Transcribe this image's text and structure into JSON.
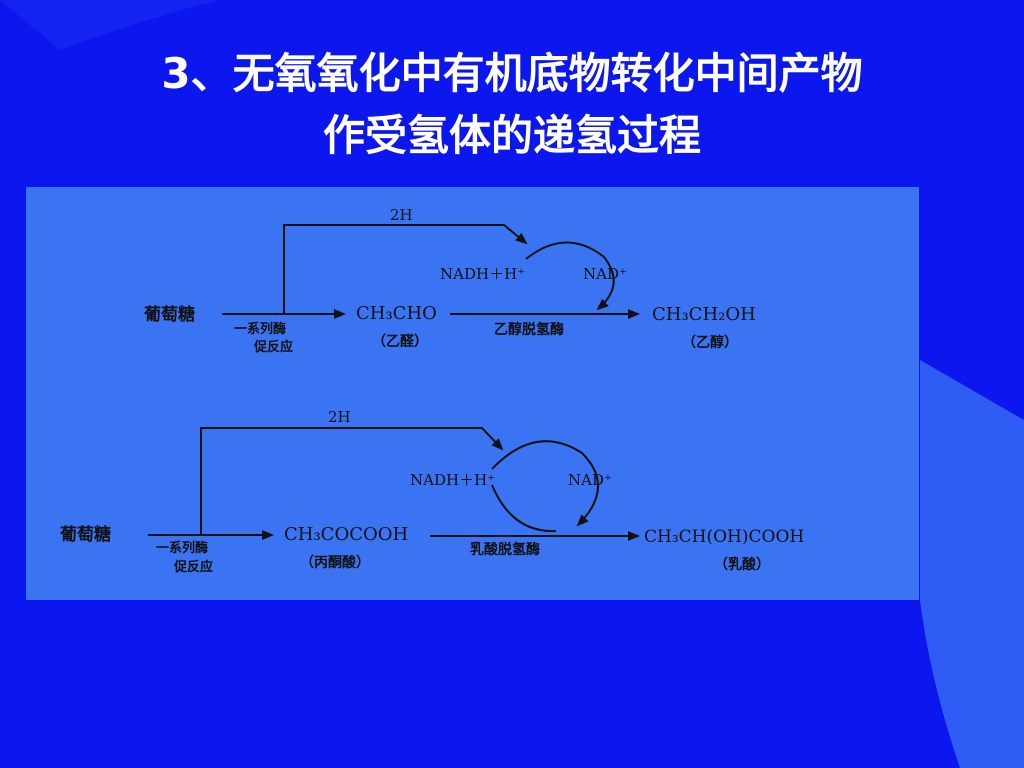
{
  "slide": {
    "title_line1": "3、无氧氧化中有机底物转化中间产物",
    "title_line2": "作受氢体的递氢过程"
  },
  "colors": {
    "background": "#0b17ee",
    "panel": "#3b74f2",
    "accent": "#2f5cf5",
    "ink": "#111111",
    "title": "#ffffff"
  },
  "diagram": {
    "pathway1": {
      "substrate": "葡萄糖",
      "enzymes_note_line1": "一系列酶",
      "enzymes_note_line2": "促反应",
      "intermediate": "CH₃CHO",
      "intermediate_name": "（乙醛）",
      "hydrogen": "2H",
      "nadh": "NADH＋H⁺",
      "nad": "NAD⁺",
      "enzyme": "乙醇脱氢酶",
      "product": "CH₃CH₂OH",
      "product_name": "（乙醇）"
    },
    "pathway2": {
      "substrate": "葡萄糖",
      "enzymes_note_line1": "一系列酶",
      "enzymes_note_line2": "促反应",
      "intermediate": "CH₃COCOOH",
      "intermediate_name": "（丙酮酸）",
      "hydrogen": "2H",
      "nadh": "NADH＋H⁺",
      "nad": "NAD⁺",
      "enzyme": "乳酸脱氢酶",
      "product": "CH₃CH(OH)COOH",
      "product_name": "（乳酸）"
    }
  }
}
